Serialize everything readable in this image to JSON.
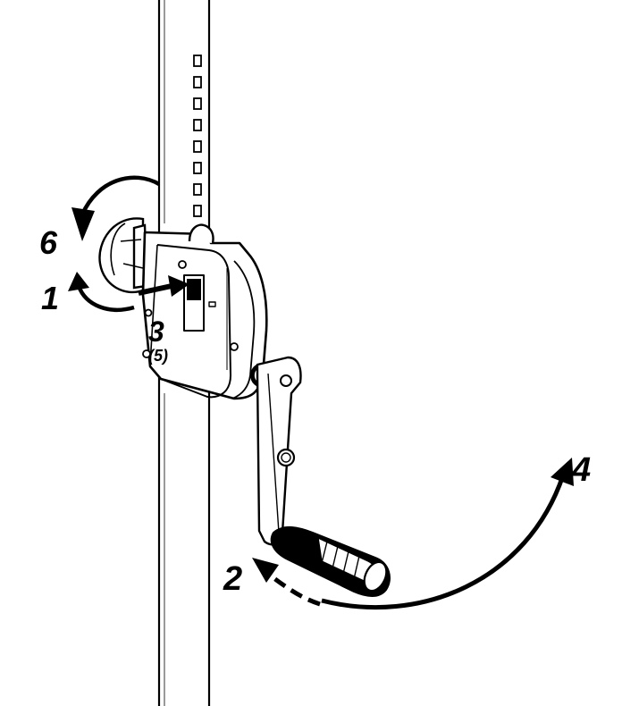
{
  "diagram": {
    "steps": [
      {
        "label": "1"
      },
      {
        "label": "2"
      },
      {
        "label": "3"
      },
      {
        "label": "(5)"
      },
      {
        "label": "4"
      },
      {
        "label": "6"
      }
    ]
  },
  "colors": {
    "line": "#000000",
    "background": "#ffffff",
    "shade": "#d9d9d9"
  }
}
